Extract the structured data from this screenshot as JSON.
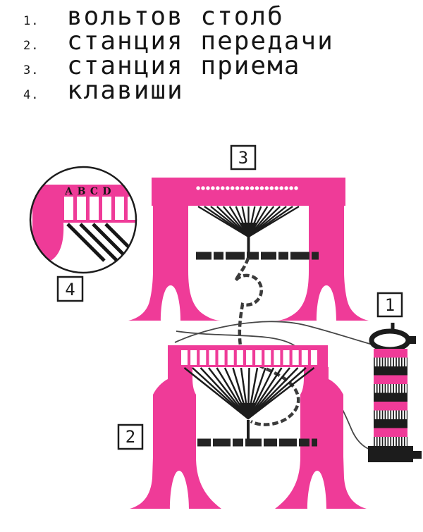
{
  "palette": {
    "pink": "#ef3b98",
    "ink": "#1c1c1c",
    "wire_gray": "#3b3b3b",
    "background": "#ffffff"
  },
  "legend": {
    "items": [
      {
        "num": "1.",
        "label": "вольтов столб"
      },
      {
        "num": "2.",
        "label": "станция передачи"
      },
      {
        "num": "3.",
        "label": "станция приема"
      },
      {
        "num": "4.",
        "label": "клавиши"
      }
    ]
  },
  "callouts": {
    "voltaic_pile": "1",
    "transmitting_station": "2",
    "receiving_station": "3",
    "keys_detail": "4"
  },
  "detail": {
    "keys": [
      "A",
      "B",
      "C",
      "D"
    ]
  },
  "figure": {
    "stations": [
      {
        "callout": "1",
        "name": "вольтов столб"
      },
      {
        "callout": "2",
        "name": "станция передачи"
      },
      {
        "callout": "3",
        "name": "станция приема"
      },
      {
        "callout": "4",
        "name": "клавиши"
      }
    ]
  }
}
